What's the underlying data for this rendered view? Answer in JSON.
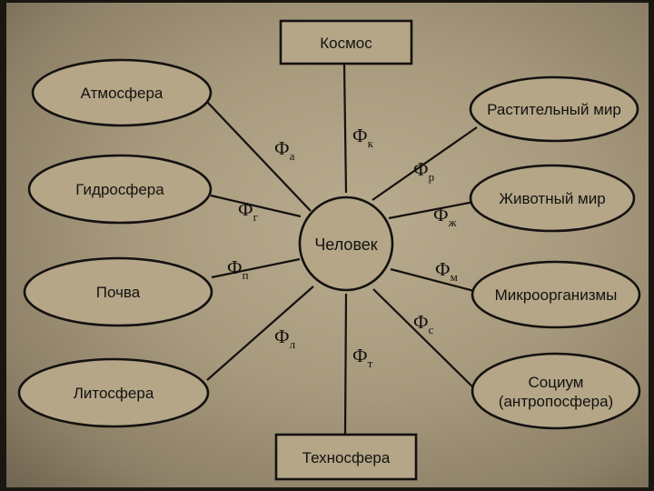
{
  "diagram": {
    "center": "Человек",
    "symbol": "Ф",
    "top": {
      "label": "Космос",
      "factor": "к"
    },
    "bottom": {
      "label": "Техносфера",
      "factor": "т"
    },
    "left": [
      {
        "label": "Атмосфера",
        "factor": "а"
      },
      {
        "label": "Гидросфера",
        "factor": "г"
      },
      {
        "label": "Почва",
        "factor": "п"
      },
      {
        "label": "Литосфера",
        "factor": "л"
      }
    ],
    "right": [
      {
        "label": "Растительный мир",
        "factor": "р"
      },
      {
        "label": "Животный мир",
        "factor": "ж"
      },
      {
        "label": "Микроорганизмы",
        "factor": "м"
      },
      {
        "label_line1": "Социум",
        "label_line2": "(антропосфера)",
        "factor": "с"
      }
    ]
  }
}
